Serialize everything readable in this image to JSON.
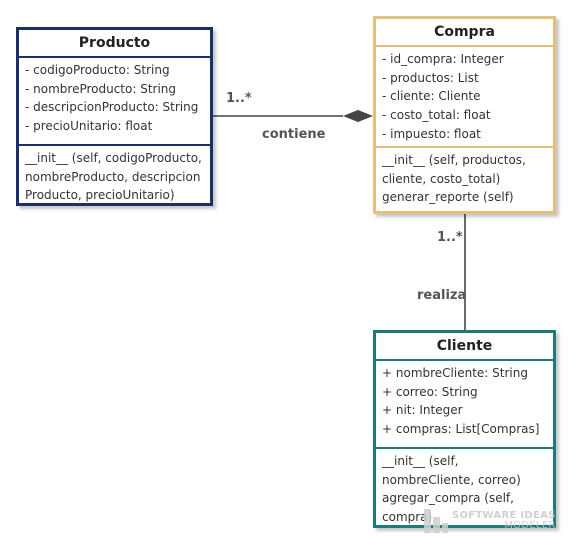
{
  "producto": {
    "name": "Producto",
    "attributes": [
      "- codigoProducto: String",
      "- nombreProducto: String",
      "- descripcionProducto: String",
      "- precioUnitario: float"
    ],
    "operations": [
      "__init__ (self, codigoProducto, nombreProducto, descripcion Producto, precioUnitario)"
    ]
  },
  "compra": {
    "name": "Compra",
    "attributes": [
      "- id_compra: Integer",
      "- productos: List",
      "- cliente: Cliente",
      "- costo_total: float",
      "- impuesto: float"
    ],
    "operations": [
      "__init__ (self, productos, cliente, costo_total)",
      "generar_reporte (self)"
    ]
  },
  "cliente": {
    "name": "Cliente",
    "attributes": [
      "+ nombreCliente: String",
      "+ correo: String",
      "+ nit: Integer",
      "+ compras: List[Compras]"
    ],
    "operations": [
      "__init__ (self, nombreCliente, correo)",
      "agregar_compra (self, compra)"
    ]
  },
  "associations": {
    "contiene": {
      "label": "contiene",
      "multiplicity": "1..*"
    },
    "realiza": {
      "label": "realiza",
      "multiplicity": "1..*"
    }
  },
  "watermark": {
    "line1": "SOFTWARE IDEAS",
    "line2": "MODELER"
  }
}
